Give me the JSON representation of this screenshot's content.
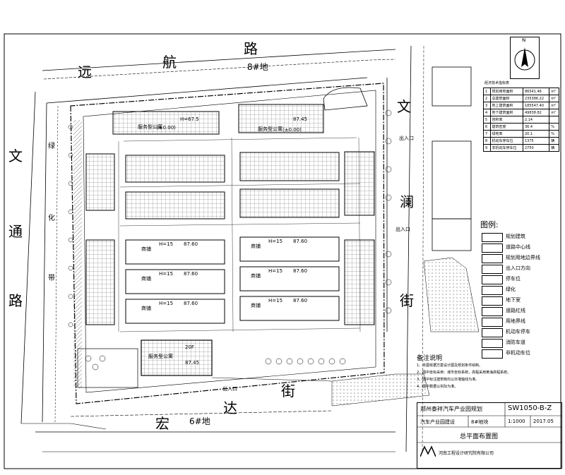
{
  "roads": {
    "north": [
      "远",
      "航",
      "路"
    ],
    "west": [
      "文",
      "通",
      "路"
    ],
    "east_top": "文",
    "east": [
      "澜",
      "街"
    ],
    "south": [
      "宏",
      "达",
      "街"
    ],
    "west_inner": [
      "绿",
      "化",
      "带"
    ]
  },
  "plots": {
    "north": "8#地",
    "south": "6#地"
  },
  "buildings": [
    {
      "label": "服务型公寓",
      "code": "H=67.5",
      "level": "(±0.00)"
    },
    {
      "label": "服务型公寓",
      "code": "87.45",
      "level": "(±0.00)"
    },
    {
      "label": "商铺",
      "code": "H=15",
      "level": "87.60"
    },
    {
      "label": "商铺",
      "code": "H=15",
      "level": "87.60"
    },
    {
      "label": "商铺",
      "code": "H=15",
      "level": "87.60"
    },
    {
      "label": "商铺",
      "code": "H=15",
      "level": "87.60"
    },
    {
      "label": "商铺",
      "code": "H=15",
      "level": "87.60"
    },
    {
      "label": "商铺",
      "code": "H=15",
      "level": "87.60"
    },
    {
      "label": "服务型公寓",
      "code": "20F",
      "level": "87.45"
    }
  ],
  "entrances": {
    "east_1": "出入口",
    "east_2": "出入口",
    "south": "出入口"
  },
  "index_table": {
    "title": "经济技术指标表",
    "rows": [
      [
        "1",
        "规划用地面积",
        "86541.46",
        "m²"
      ],
      [
        "2",
        "总建筑面积",
        "235386.22",
        "m²"
      ],
      [
        "3",
        "地上建筑面积",
        "185547.40",
        "m²"
      ],
      [
        "4",
        "地下建筑面积",
        "49838.82",
        "m²"
      ],
      [
        "5",
        "容积率",
        "2.14",
        ""
      ],
      [
        "6",
        "建筑密度",
        "36.4",
        "%"
      ],
      [
        "7",
        "绿地率",
        "20.1",
        "%"
      ],
      [
        "8",
        "机动车停车位",
        "1375",
        "辆"
      ],
      [
        "9",
        "非机动车停车位",
        "2750",
        "辆"
      ]
    ]
  },
  "legend": {
    "title": "图例:",
    "items": [
      "规划建筑",
      "道路中心线",
      "规划用地边界线",
      "出入口方向",
      "停车位",
      "绿化",
      "地下室",
      "道路红线",
      "用地界线",
      "机动车停车",
      "消防车道",
      "非机动车位"
    ]
  },
  "notes": {
    "title": "备注说明",
    "items": [
      "1、本图依据方案设计图及规划条件绘制。",
      "2、图中坐标采用：城市坐标系统，高程采用黄海高程系统。",
      "3、图中标注建筑物均以外墙轴线为准。",
      "4、图中数据以实际为准。"
    ]
  },
  "title_block": {
    "project": "郑州泰祥汽车产业园规划",
    "drawing_no": "SW1050-B-Z",
    "drawing_name": "总平面布置图",
    "sub": "汽车产业园建设",
    "scale": "1:1000",
    "date": "2017.05",
    "plot": "8#地块",
    "company": "河南工程设计研究院有限公司"
  },
  "north_label": "N"
}
